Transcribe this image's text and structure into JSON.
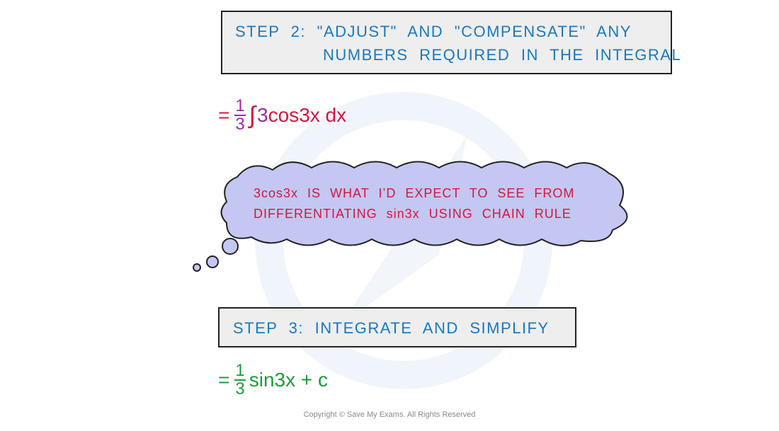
{
  "step2": {
    "line1": "STEP 2: \"ADJUST\" AND \"COMPENSATE\" ANY",
    "line2": "NUMBERS REQUIRED IN THE INTEGRAL"
  },
  "equation1": {
    "equals": "=",
    "fraction_numerator": "1",
    "fraction_denominator": "3",
    "integral_symbol": "∫",
    "coefficient": "3",
    "integrand": "cos3x dx"
  },
  "thought_bubble": {
    "line1": "3cos3x IS WHAT I’D EXPECT TO SEE FROM",
    "line2": "DIFFERENTIATING sin3x USING CHAIN RULE"
  },
  "step3": {
    "line1": "STEP 3: INTEGRATE AND SIMPLIFY"
  },
  "equation2": {
    "equals": "=",
    "fraction_numerator": "1",
    "fraction_denominator": "3",
    "expression": "sin3x + c"
  },
  "footer": {
    "copyright": "Copyright © Save My Exams. All Rights Reserved"
  },
  "colors": {
    "step_text": "#1a78c2",
    "step_box_bg": "#eeeeee",
    "equation1_text": "#d4163e",
    "fraction_purple": "#9b2aa6",
    "equation2_text": "#1f9a3c",
    "cloud_fill": "#c3c7f2"
  }
}
